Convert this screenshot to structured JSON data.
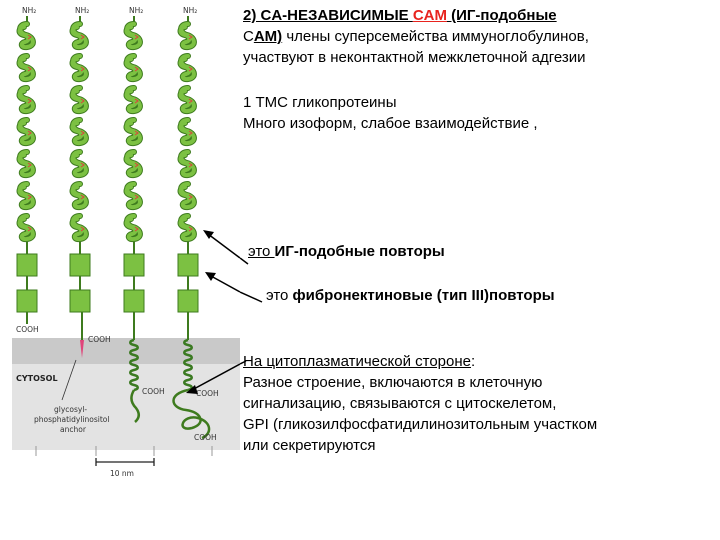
{
  "figure": {
    "nh2_labels": [
      "NH₂",
      "NH₂",
      "NH₂",
      "NH₂"
    ],
    "cooh_labels": [
      "COOH",
      "COOH",
      "COOH",
      "COOH",
      "COOH"
    ],
    "cytosol_label": "CYTOSOL",
    "gpi_anchor_label": [
      "glycosyl-",
      "phosphatidylinositol",
      "anchor"
    ],
    "scale_label": "10 nm",
    "colors": {
      "domain": "#7cc142",
      "domain_stroke": "#3e7b1e",
      "membrane": "#c9c9c9",
      "cytosol": "#e3e3e3",
      "gpi": "#e0447a"
    }
  },
  "text": {
    "title_part1": "2) CA-НЕЗАВИСИМЫЕ ",
    "title_cam": "CAM",
    "title_part2": " (ИГ-подобные",
    "line2_a": " C",
    "line2_b": "AM)",
    "line2_c": "  члены суперсемейства  иммуноглобулинов,",
    "line3": "участвуют в неконтактной межклеточной адгезии",
    "tmc1": "1 ТМС гликопротеины",
    "tmc2": "Много изоформ, слабое взаимодействие ,",
    "ig_a": "это ",
    "ig_b": " ИГ-подобные повторы",
    "fn_a": "это  ",
    "fn_b": "фибронектиновые (тип ",
    "fn_c": "III",
    "fn_d": ")повторы",
    "cyto_title": "На цитоплазматической стороне",
    "cyto_colon": ":",
    "cyto1": "Разное строение, включаются  в клеточную",
    "cyto2": "сигнализацию, связываются  с цитоскелетом,",
    "cyto3": " GPI (гликозилфосфатидилинозитольным участком",
    "cyto4": " или секретируются"
  }
}
